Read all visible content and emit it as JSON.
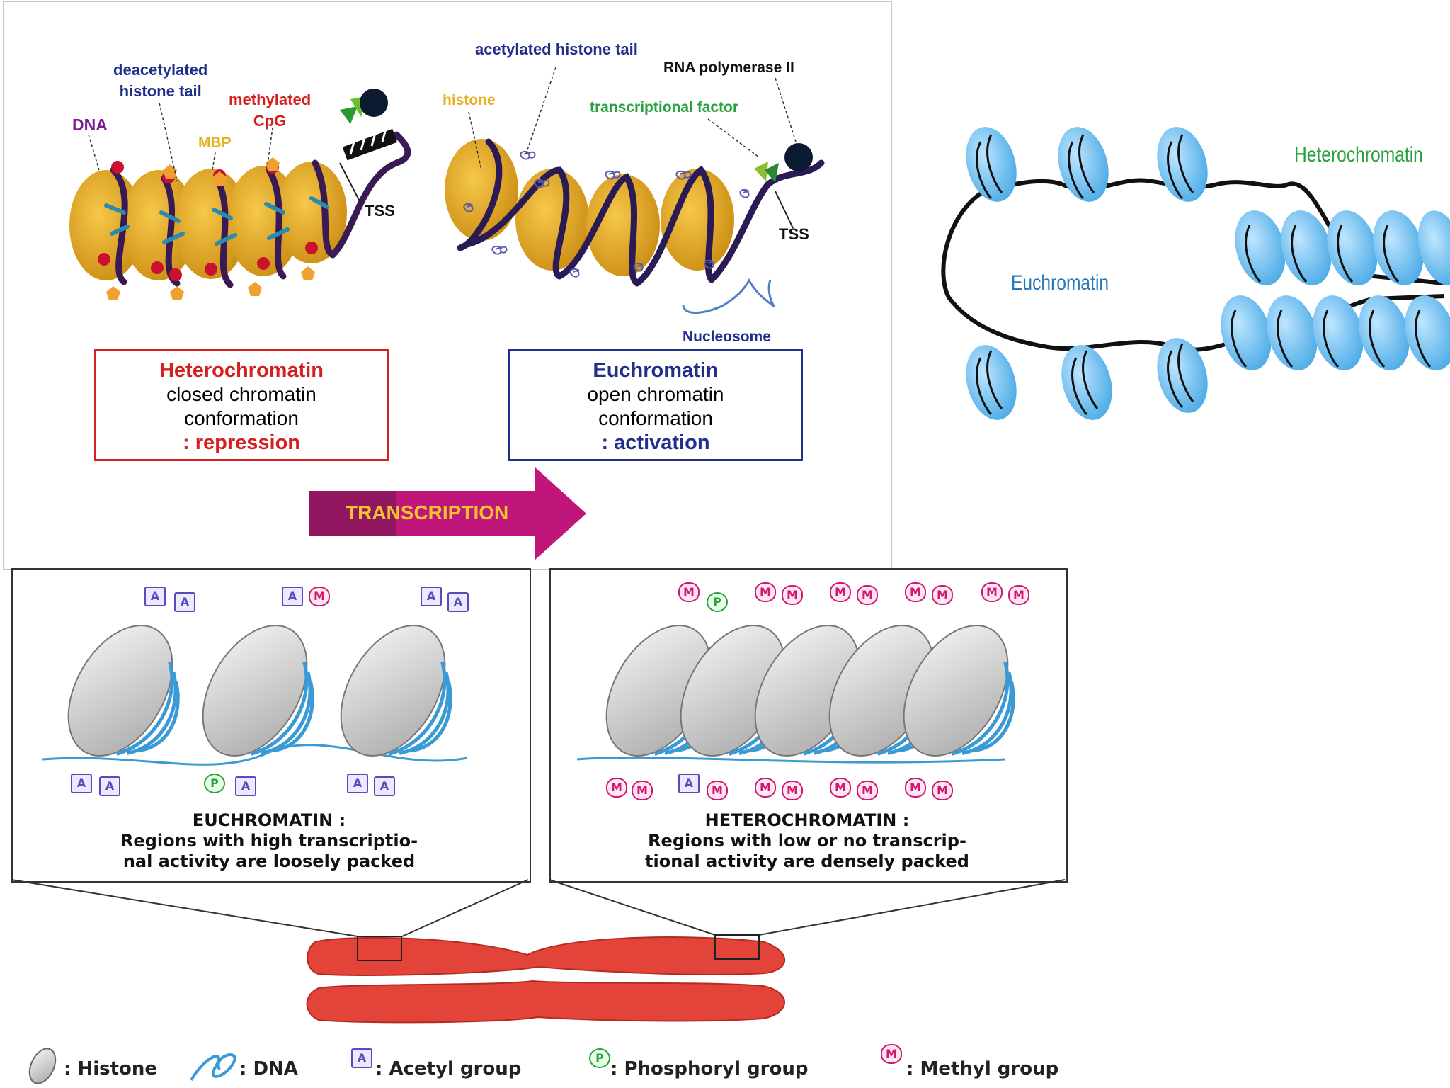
{
  "top_left": {
    "labels": {
      "dna": "DNA",
      "deacetylated": "deacetylated\nhistone tail",
      "methylated": "methylated\nCpG",
      "mbp": "MBP",
      "tss_left": "TSS",
      "acetylated": "acetylated histone tail",
      "rna_pol": "RNA polymerase II",
      "histone": "histone",
      "tf": "transcriptional factor",
      "tss_right": "TSS",
      "nucleosome": "Nucleosome"
    },
    "hetero_box": {
      "title": "Heterochromatin",
      "line1": "closed chromatin",
      "line2": "conformation",
      "bottom": ": repression"
    },
    "eu_box": {
      "title": "Euchromatin",
      "line1": "open chromatin",
      "line2": "conformation",
      "bottom": ": activation"
    },
    "arrow_label": "TRANSCRIPTION",
    "colors": {
      "red": "#d42020",
      "blue": "#1f2f8a",
      "gold": "#e8b020",
      "green": "#2aa040",
      "purple": "#7a1f8a",
      "magenta": "#c0157a"
    }
  },
  "top_right": {
    "heterochromatin": "Heterochromatin",
    "euchromatin": "Euchromatin"
  },
  "bottom": {
    "eu_caption": {
      "title": "EUCHROMATIN :",
      "line1": "Regions with high transcriptio-",
      "line2": "nal activity are loosely packed"
    },
    "hetero_caption": {
      "title": "HETEROCHROMATIN :",
      "line1": "Regions with low or no transcrip-",
      "line2": "tional activity are densely packed"
    },
    "marks": {
      "acetyl": "A",
      "phosphoryl": "P",
      "methyl": "M"
    },
    "legend": [
      {
        "icon": "histone-icon",
        "label": ": Histone"
      },
      {
        "icon": "dna-icon",
        "label": ": DNA"
      },
      {
        "icon": "acetyl-icon",
        "label": ": Acetyl group"
      },
      {
        "icon": "phosphoryl-icon",
        "label": ": Phosphoryl group"
      },
      {
        "icon": "methyl-icon",
        "label": ": Methyl group"
      }
    ]
  }
}
